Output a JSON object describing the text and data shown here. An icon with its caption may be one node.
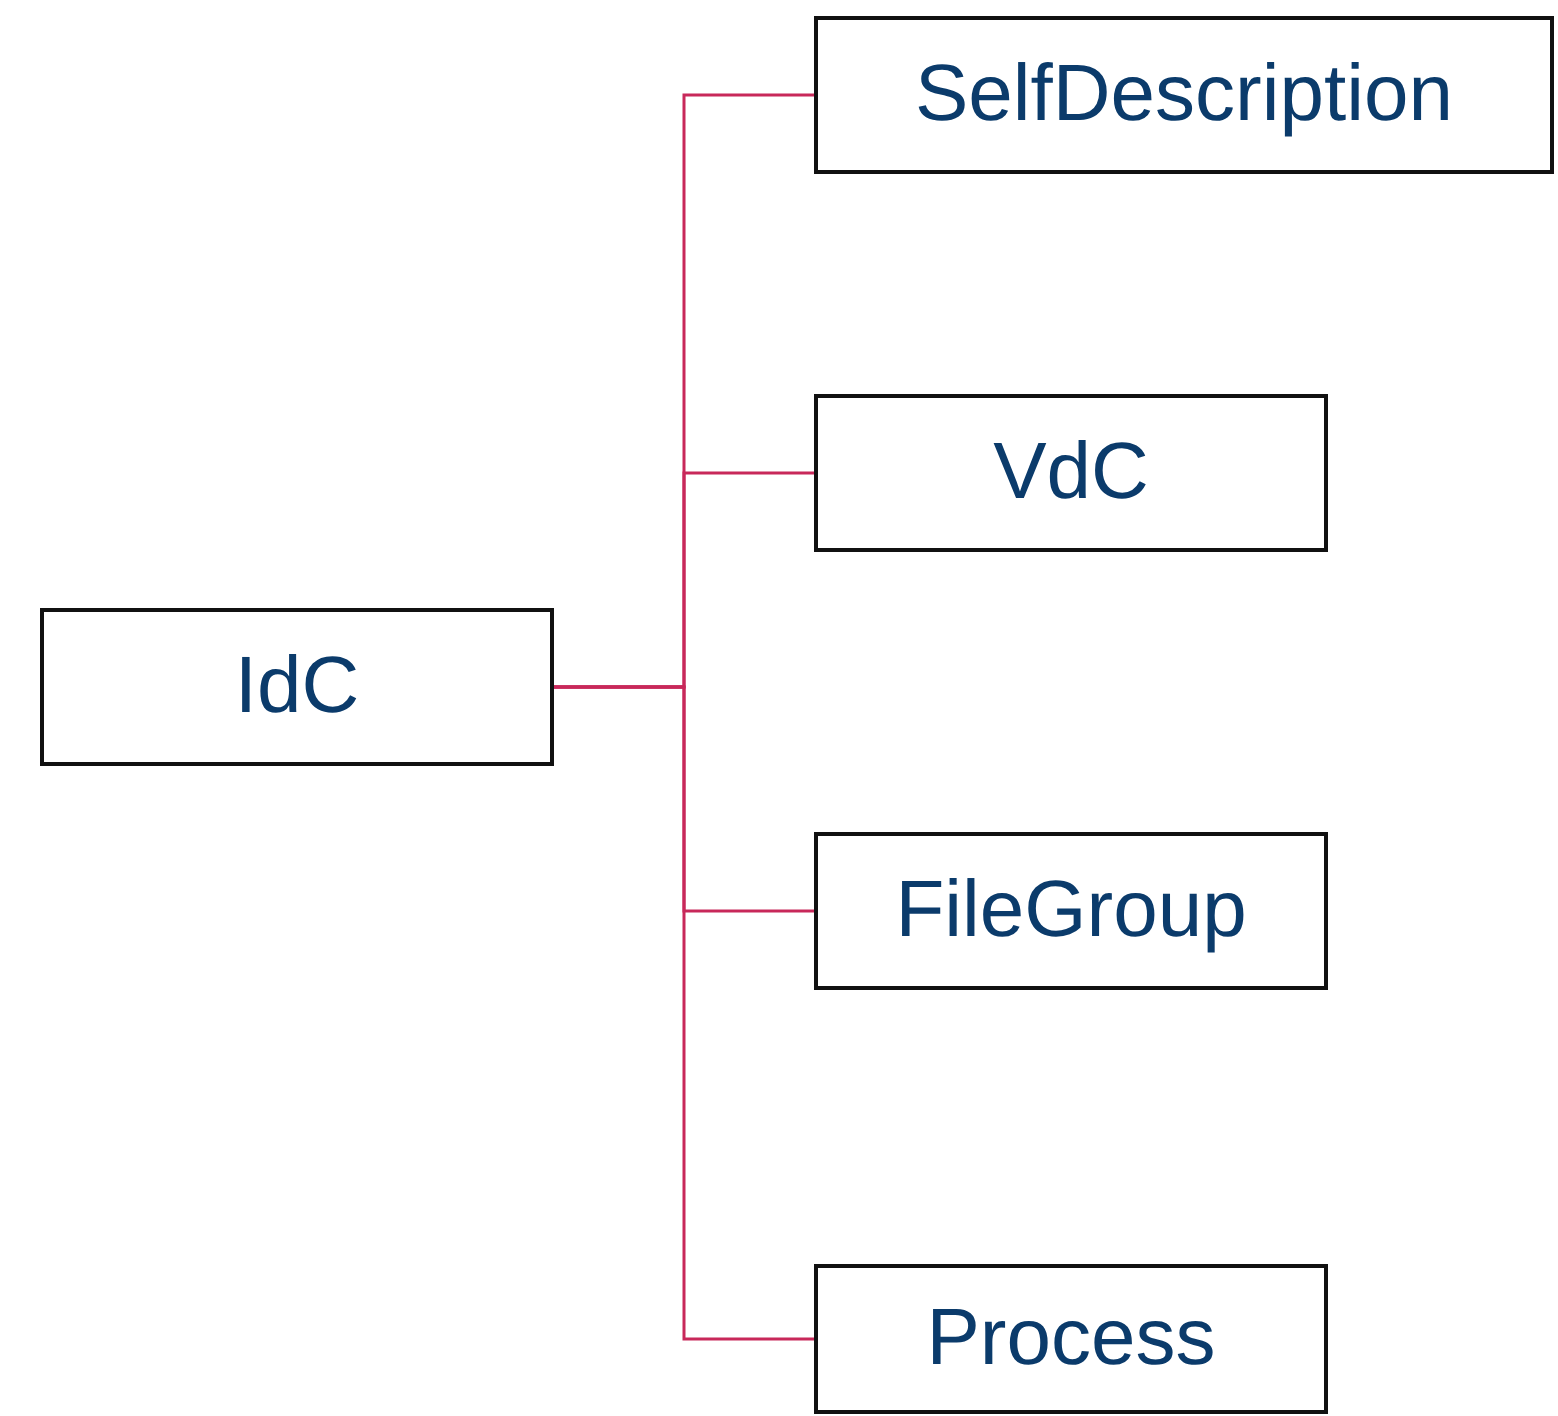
{
  "diagram": {
    "nodes": [
      {
        "text": [
          "IdC"
        ]
      },
      {
        "text": [
          "SelfDescription"
        ]
      },
      {
        "text": [
          "VdC"
        ]
      },
      {
        "text": [
          "FileGroup"
        ]
      },
      {
        "text": [
          "Process"
        ]
      }
    ],
    "edges": [
      {
        "from": 0,
        "to": 1,
        "arrow": "none"
      },
      {
        "from": 0,
        "to": 2,
        "arrow": "none"
      },
      {
        "from": 0,
        "to": 3,
        "arrow": "none"
      },
      {
        "from": 0,
        "to": 4,
        "arrow": "none"
      }
    ]
  }
}
